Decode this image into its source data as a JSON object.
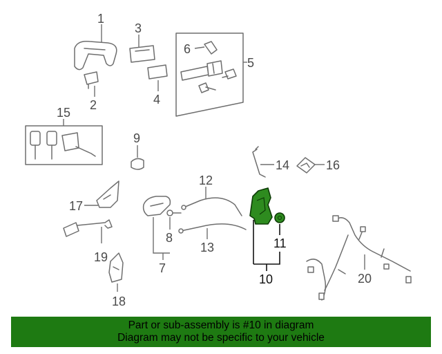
{
  "colors": {
    "highlight_part": "#2e8b1f",
    "highlight_outline": "#0d3b06",
    "banner_bg": "#1e7a12",
    "line_gray": "#6e6e6e"
  },
  "callouts": {
    "c1": "1",
    "c2": "2",
    "c3": "3",
    "c4": "4",
    "c5": "5",
    "c6": "6",
    "c7": "7",
    "c8": "8",
    "c9": "9",
    "c10": "10",
    "c11": "11",
    "c12": "12",
    "c13": "13",
    "c14": "14",
    "c15": "15",
    "c16": "16",
    "c17": "17",
    "c18": "18",
    "c19": "19",
    "c20": "20"
  },
  "banner": {
    "line1": "Part or sub-assembly is #10 in diagram",
    "line2": "Diagram may not be specific to your vehicle"
  }
}
